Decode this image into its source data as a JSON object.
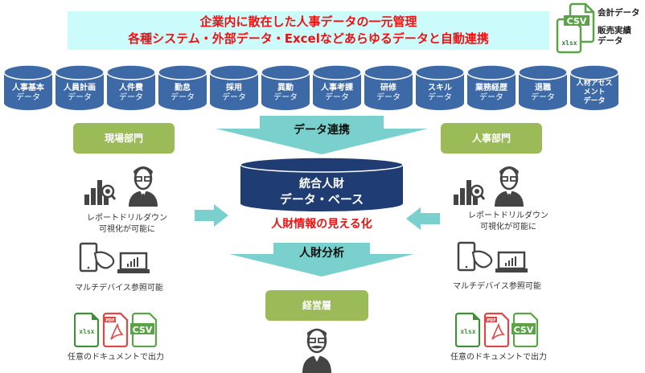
{
  "banner": {
    "line1": "企業内に散在した人事データの一元管理",
    "line2": "各種システム・外部データ・Excelなどあらゆるデータと自動連携"
  },
  "external_files": {
    "icons": [
      "csv-file-icon",
      "xlsx-file-icon"
    ],
    "csv_glyph": "CSV",
    "xlsx_glyph": "xlsx",
    "label1": "会計データ",
    "label2_line1": "販売実績",
    "label2_line2": "データ"
  },
  "data_sources": [
    {
      "line1": "人事基本",
      "line2": "データ"
    },
    {
      "line1": "人員計画",
      "line2": "データ"
    },
    {
      "line1": "人件費",
      "line2": "データ"
    },
    {
      "line1": "勤怠",
      "line2": "データ"
    },
    {
      "line1": "採用",
      "line2": "データ"
    },
    {
      "line1": "異動",
      "line2": "データ"
    },
    {
      "line1": "人事考課",
      "line2": "データ"
    },
    {
      "line1": "研修",
      "line2": "データ"
    },
    {
      "line1": "スキル",
      "line2": "データ"
    },
    {
      "line1": "業務経歴",
      "line2": "データ"
    },
    {
      "line1": "退職",
      "line2": "データ"
    },
    {
      "line1": "人材アセス",
      "line2": "メント",
      "line3": "データ"
    }
  ],
  "flow": {
    "data_link_label": "データ連携",
    "analysis_label": "人財分析"
  },
  "central_db": {
    "line1": "統合人財",
    "line2": "データ・ベース",
    "caption": "人財情報の見える化"
  },
  "left_panel": {
    "title": "現場部門",
    "feature1_line1": "レポートドリルダウン",
    "feature1_line2": "可視化が可能に",
    "feature2": "マルチデバイス参照可能",
    "feature3": "任意のドキュメントで出力"
  },
  "right_panel": {
    "title": "人事部門",
    "feature1_line1": "レポートドリルダウン",
    "feature1_line2": "可視化が可能に",
    "feature2": "マルチデバイス参照可能",
    "feature3": "任意のドキュメントで出力"
  },
  "management": {
    "title": "経営層"
  },
  "doc_icons": {
    "xlsx": "xlsx",
    "pdf": "PDF",
    "csv": "CSV"
  },
  "colors": {
    "banner_bg": "#ccfbfb",
    "banner_text": "#ee1111",
    "cylinder": "#3d6aa6",
    "central_db": "#1f3d72",
    "group_box": "#9bbb59",
    "arrow": "#79d0cc",
    "icon_gray": "#444444",
    "file_green": "#5aa447",
    "file_red": "#e04848"
  }
}
